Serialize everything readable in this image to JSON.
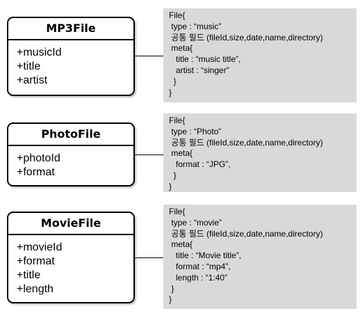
{
  "classes": [
    {
      "title": "MP3File",
      "attributes": [
        "+musicId",
        "+title",
        "+artist"
      ]
    },
    {
      "title": "PhotoFile",
      "attributes": [
        "+photoId",
        "+format"
      ]
    },
    {
      "title": "MovieFile",
      "attributes": [
        "+movieId",
        "+format",
        "+title",
        "+length"
      ]
    }
  ],
  "notes": [
    [
      "File{",
      " type : “music”",
      " 공통 필드 (fileId,size,date,name,directory)",
      " meta{",
      "   title : “music title”,",
      "   artist : “singer”",
      "  }",
      "}"
    ],
    [
      "File{",
      " type : “Photo”",
      " 공통 필드 (fileId,size,date,name,directory)",
      " meta{",
      "   format : “JPG”,",
      "  }",
      "}"
    ],
    [
      "File{",
      " type : “movie”",
      " 공통 필드 (fileId,size,date,name,directory)",
      " meta{",
      "   title : “Movie title”,",
      "   format : “mp4”,",
      "   length : “1:40”",
      " }",
      "}"
    ]
  ],
  "colors": {
    "note_background": "#d9d9d9",
    "border": "#000000"
  }
}
